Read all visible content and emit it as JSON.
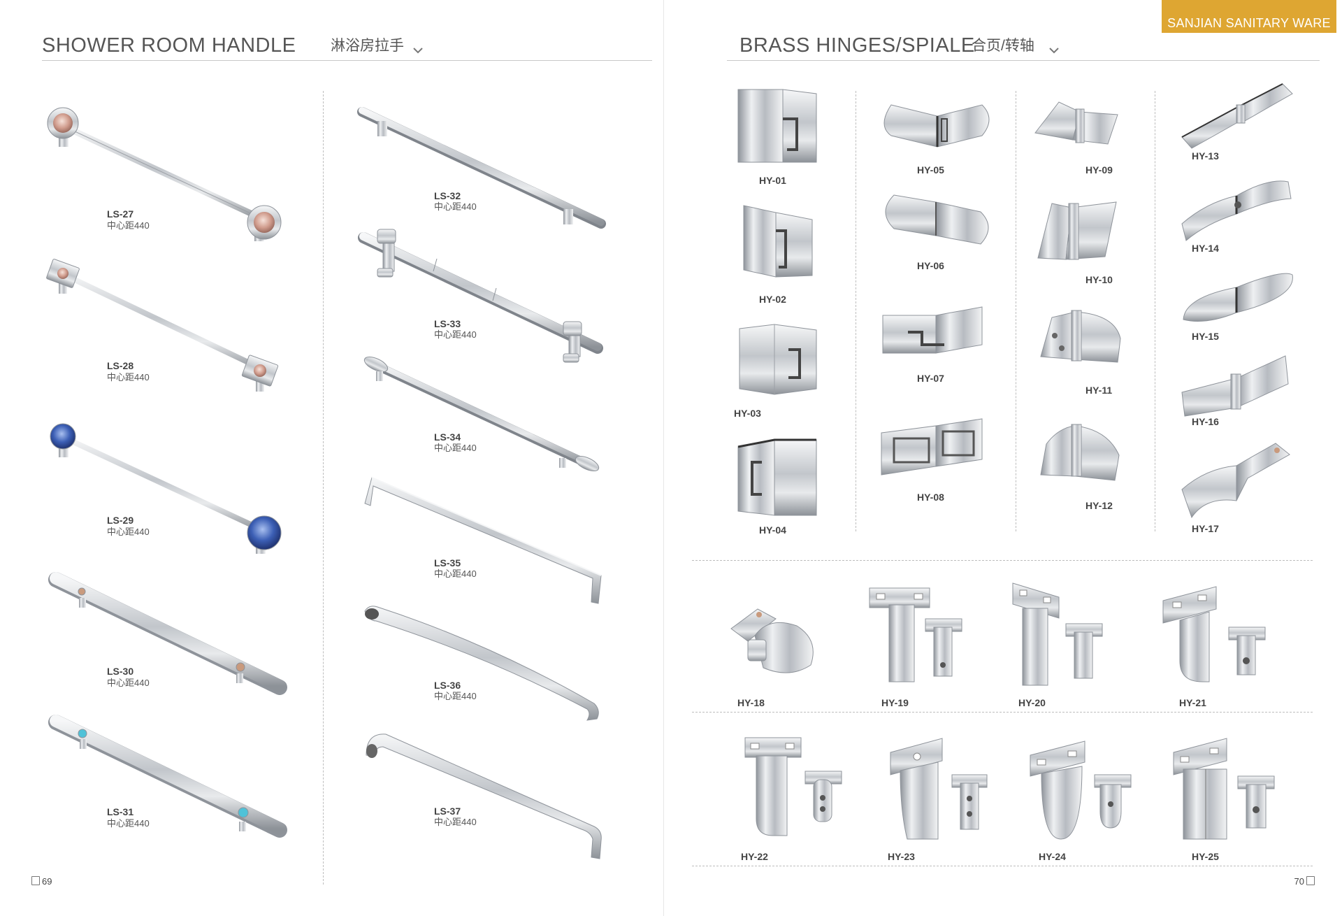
{
  "brand": "SANJIAN SANITARY WARE",
  "left": {
    "title_en": "SHOWER ROOM HANDLE",
    "title_zh": "淋浴房拉手",
    "page_number": "69",
    "handles": [
      {
        "code": "LS-27",
        "spec": "中心距440"
      },
      {
        "code": "LS-28",
        "spec": "中心距440"
      },
      {
        "code": "LS-29",
        "spec": "中心距440"
      },
      {
        "code": "LS-30",
        "spec": "中心距440"
      },
      {
        "code": "LS-31",
        "spec": "中心距440"
      },
      {
        "code": "LS-32",
        "spec": "中心距440"
      },
      {
        "code": "LS-33",
        "spec": "中心距440"
      },
      {
        "code": "LS-34",
        "spec": "中心距440"
      },
      {
        "code": "LS-35",
        "spec": "中心距440"
      },
      {
        "code": "LS-36",
        "spec": "中心距440"
      },
      {
        "code": "LS-37",
        "spec": "中心距440"
      }
    ]
  },
  "right": {
    "title_en": "BRASS HINGES/SPIALE",
    "title_zh": "合页/转轴",
    "page_number": "70",
    "hinges": [
      "HY-01",
      "HY-02",
      "HY-03",
      "HY-04",
      "HY-05",
      "HY-06",
      "HY-07",
      "HY-08",
      "HY-09",
      "HY-10",
      "HY-11",
      "HY-12",
      "HY-13",
      "HY-14",
      "HY-15",
      "HY-16",
      "HY-17"
    ],
    "spiales": [
      "HY-18",
      "HY-19",
      "HY-20",
      "HY-21",
      "HY-22",
      "HY-23",
      "HY-24",
      "HY-25"
    ]
  },
  "colors": {
    "accent": "#dea632",
    "chrome": "#c4c8cd",
    "rose_knob": "#d9a99a",
    "blue_knob": "#3c5fb5",
    "teal_dot": "#4fc2d8"
  }
}
